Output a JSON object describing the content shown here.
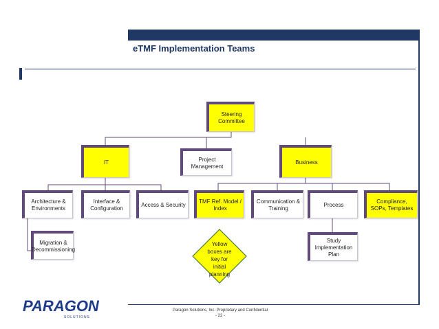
{
  "slide": {
    "title": "eTMF Implementation Teams"
  },
  "org_chart": {
    "steering": "Steering Committee",
    "it": "IT",
    "project_management": "Project Management",
    "business": "Business",
    "architecture": "Architecture & Environments",
    "migration": "Migration & Decommissioning",
    "interface": "Interface & Configuration",
    "access": "Access & Security",
    "tmf_ref": "TMF Ref. Model / Index",
    "communication": "Communication & Training",
    "process": "Process",
    "study_plan": "Study Implementation Plan",
    "compliance": "Compliance, SOPs, Templates"
  },
  "note": {
    "text": "Yellow boxes are key for initial planning"
  },
  "footer": {
    "line1": "Paragon Solutions, Inc. Proprietary and Confidential",
    "line2": "- 22 -"
  },
  "logo": {
    "name": "PARAGON",
    "subtitle": "SOLUTIONS"
  },
  "colors": {
    "navy": "#1f3864",
    "box_border": "#604a7b",
    "highlight": "#ffff00"
  }
}
